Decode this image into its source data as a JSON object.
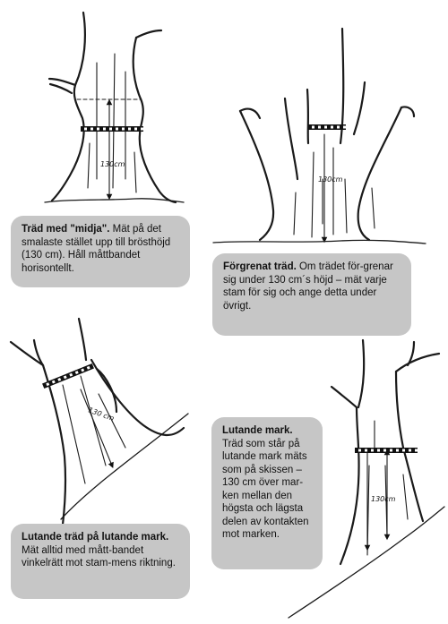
{
  "captions": [
    {
      "title": "Träd med \"midja\".",
      "body": "Mät på det smalaste stället upp till brösthöjd (130 cm). Håll måttbandet horisontellt."
    },
    {
      "title": "Förgrenat träd.",
      "body": "Om trädet för-grenar sig under 130 cm´s höjd – mät varje stam för sig och ange detta under övrigt."
    },
    {
      "title": "Lutande mark.",
      "body": "Träd som står på lutande mark mäts som på skissen – 130 cm över mar-ken mellan den högsta och lägsta delen av kontakten mot marken."
    },
    {
      "title": "Lutande träd på lutande mark.",
      "body": "Mät alltid med mått-bandet vinkelrätt mot stam-mens riktning."
    }
  ],
  "measure_labels": [
    "130cm",
    "130cm",
    "130 cm",
    "130cm"
  ]
}
